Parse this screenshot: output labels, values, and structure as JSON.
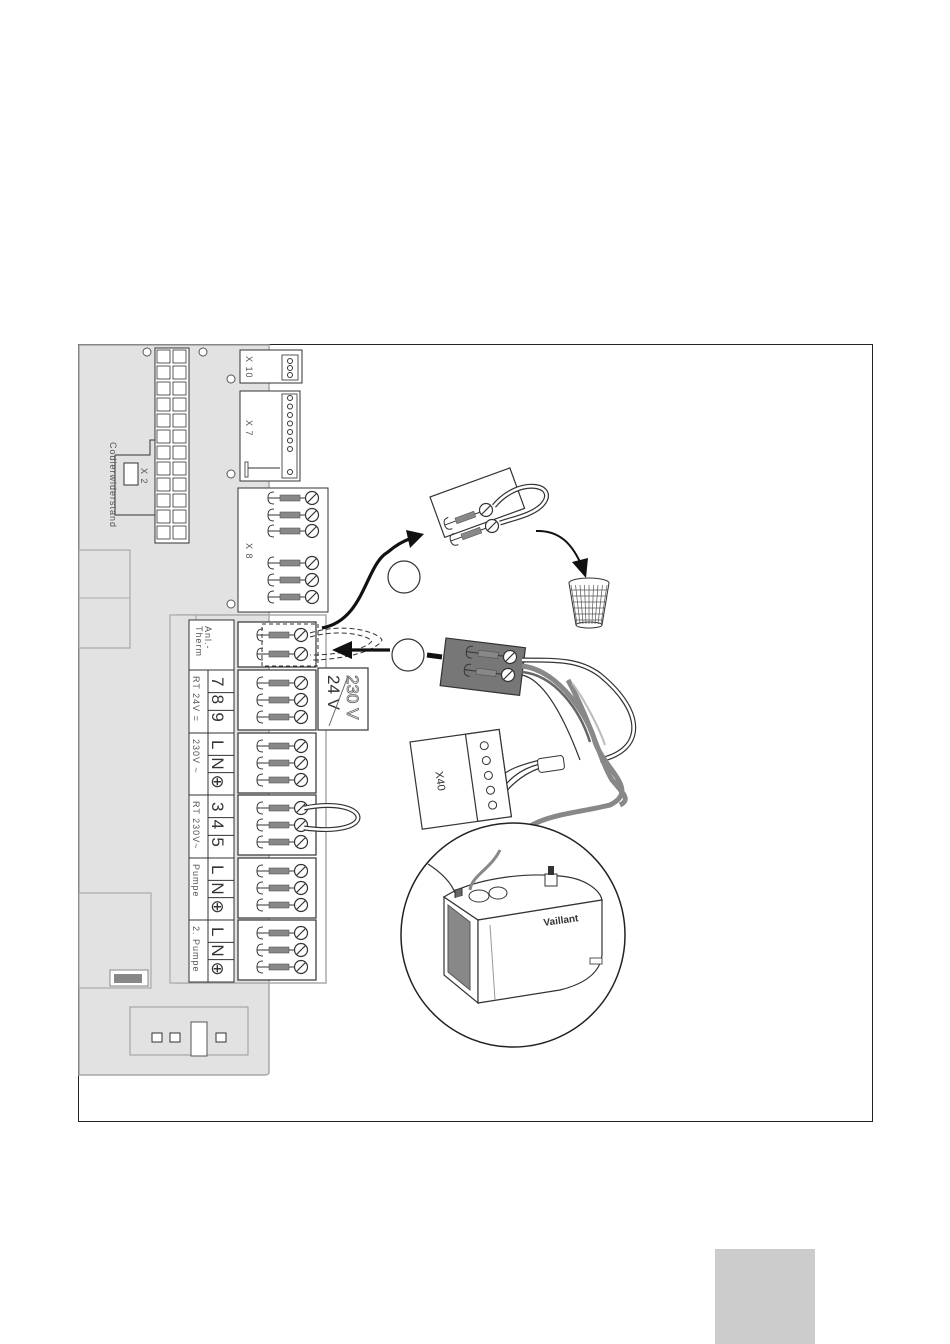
{
  "connectors": {
    "x10": "X 10",
    "x7": "X 7",
    "x8": "X 8",
    "x2": "X 2",
    "x40": "X40",
    "coding_resistor": "Codierwiderstand"
  },
  "terminals": {
    "anl_therm": [
      "Anl.-",
      "Therm"
    ],
    "rt24": {
      "numbers": [
        "7",
        "8",
        "9"
      ],
      "label": "RT 24V ="
    },
    "mains": {
      "letters": [
        "L",
        "N",
        "⊕"
      ],
      "label": "230V ~"
    },
    "rt230": {
      "numbers": [
        "3",
        "4",
        "5"
      ],
      "label": "RT 230V~"
    },
    "pumpe": {
      "letters": [
        "L",
        "N",
        "⊕"
      ],
      "label": "Pumpe"
    },
    "pumpe2": {
      "letters": [
        "L",
        "N",
        "⊕"
      ],
      "label": "2. Pumpe"
    }
  },
  "voltage_warning": {
    "ok": "24 V",
    "crossed": "230 V"
  },
  "device_brand": "Vaillant",
  "colors": {
    "board": "#e2e2e2",
    "board_edge": "#a8a8a8",
    "line": "#333333",
    "connector_dark": "#777777",
    "cable_grey": "#888888",
    "page_tab": "#cccccc"
  }
}
